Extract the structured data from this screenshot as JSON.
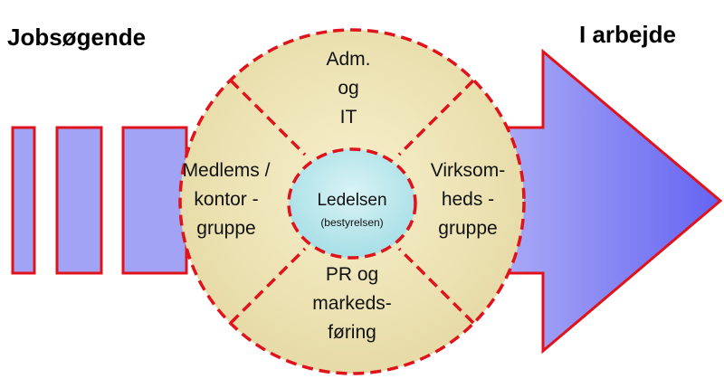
{
  "labels": {
    "left_heading": "Jobsøgende",
    "right_heading": "I arbejde"
  },
  "segments": {
    "top": [
      "Adm.",
      "og",
      "IT"
    ],
    "left": [
      "Medlems /",
      "kontor -",
      "gruppe"
    ],
    "right": [
      "Virksom-",
      "heds -",
      "gruppe"
    ],
    "bottom": [
      "PR og",
      "markeds-",
      "føring"
    ]
  },
  "center": {
    "title": "Ledelsen",
    "subtitle": "(bestyrelsen)"
  },
  "colors": {
    "arrow_fill": "#8f8ff5",
    "arrow_tip": "#6b6bf2",
    "bar_fill": "#a3a3f5",
    "outline_red": "#e0121b",
    "circle_fill": "#ede3b4",
    "center_fill": "#bfe8ec"
  }
}
